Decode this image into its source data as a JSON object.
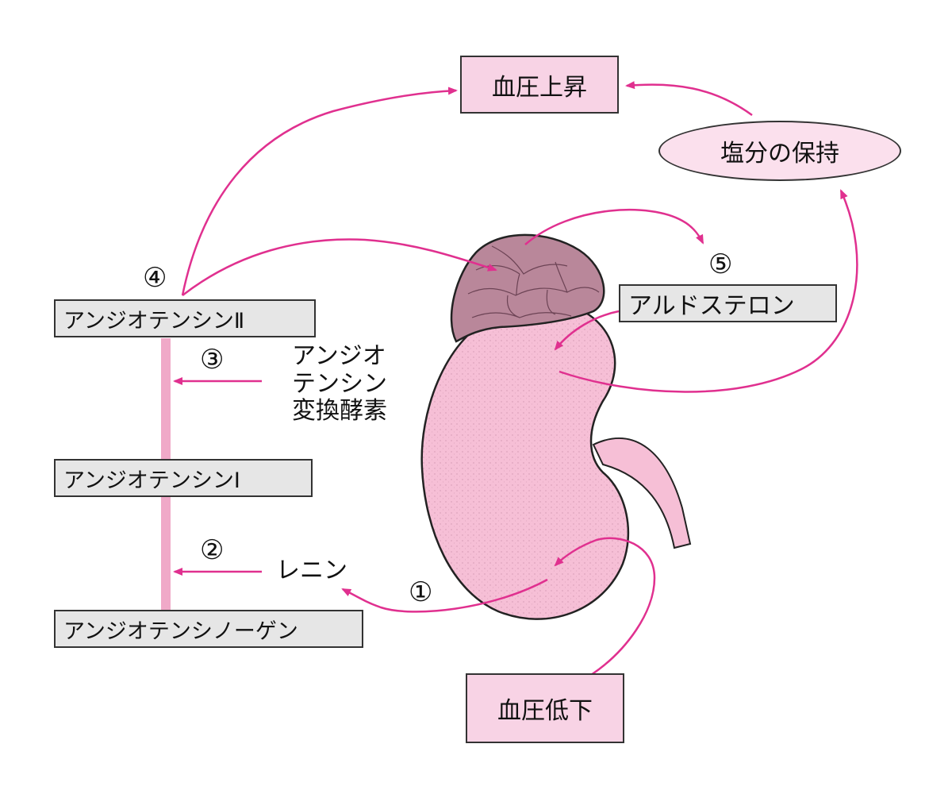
{
  "boxes": {
    "bp_rise": "血圧上昇",
    "bp_drop": "血圧低下",
    "salt_retention": "塩分の保持",
    "aldosterone": "アルドステロン",
    "angiotensin_2": "アンジオテンシンⅡ",
    "angiotensin_1": "アンジオテンシンⅠ",
    "angiotensinogen": "アンジオテンシノーゲン"
  },
  "labels": {
    "ace": "アンジオ\nテンシン\n変換酵素",
    "renin": "レニン"
  },
  "steps": {
    "s1": "①",
    "s2": "②",
    "s3": "③",
    "s4": "④",
    "s5": "⑤"
  },
  "colors": {
    "arrow": "#e0308f",
    "kidney": "#f6bfd6",
    "adrenal": "#b9879a",
    "pathway_bar": "#f0a9c8",
    "box_pink": "#f8d3e5",
    "box_gray": "#e6e6e6"
  }
}
